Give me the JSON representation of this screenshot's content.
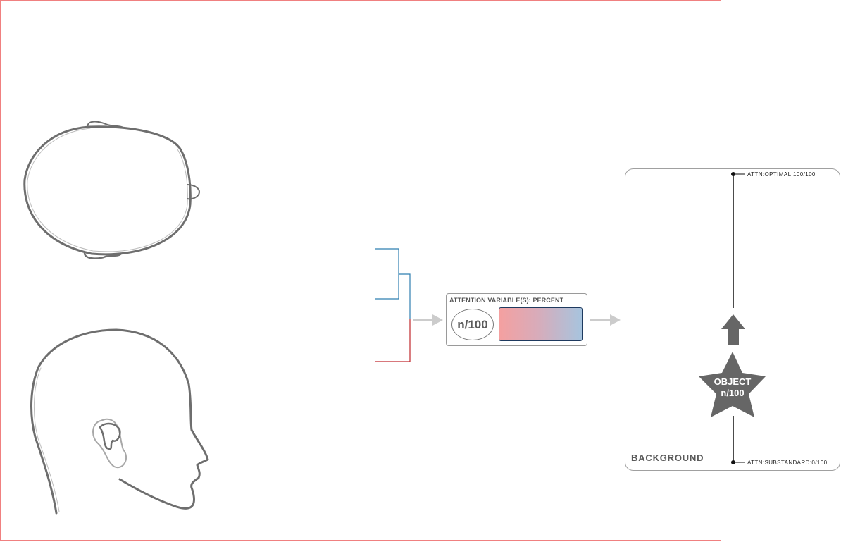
{
  "attention_box": {
    "title": "ATTENTION VARIABLE(S): PERCENT",
    "value": "n/100"
  },
  "background_panel": {
    "label": "BACKGROUND",
    "top_label": "ATTN:OPTIMAL:100/100",
    "bottom_label": "ATTN:SUBSTANDARD:0/100"
  },
  "object_star": {
    "line1": "OBJECT",
    "line2": "n/100"
  },
  "colors": {
    "frame_border": "#f08080",
    "bracket_blue": "#2f7fb0",
    "bracket_red": "#c0282d",
    "arrow_gray": "#cccccc",
    "gradient_start": "#f4a0a0",
    "gradient_end": "#a7c4de",
    "star_fill": "#666666"
  },
  "icons": [
    "head-top-view-icon",
    "head-side-view-icon",
    "arrow-right-icon",
    "arrow-up-icon",
    "star-icon"
  ]
}
